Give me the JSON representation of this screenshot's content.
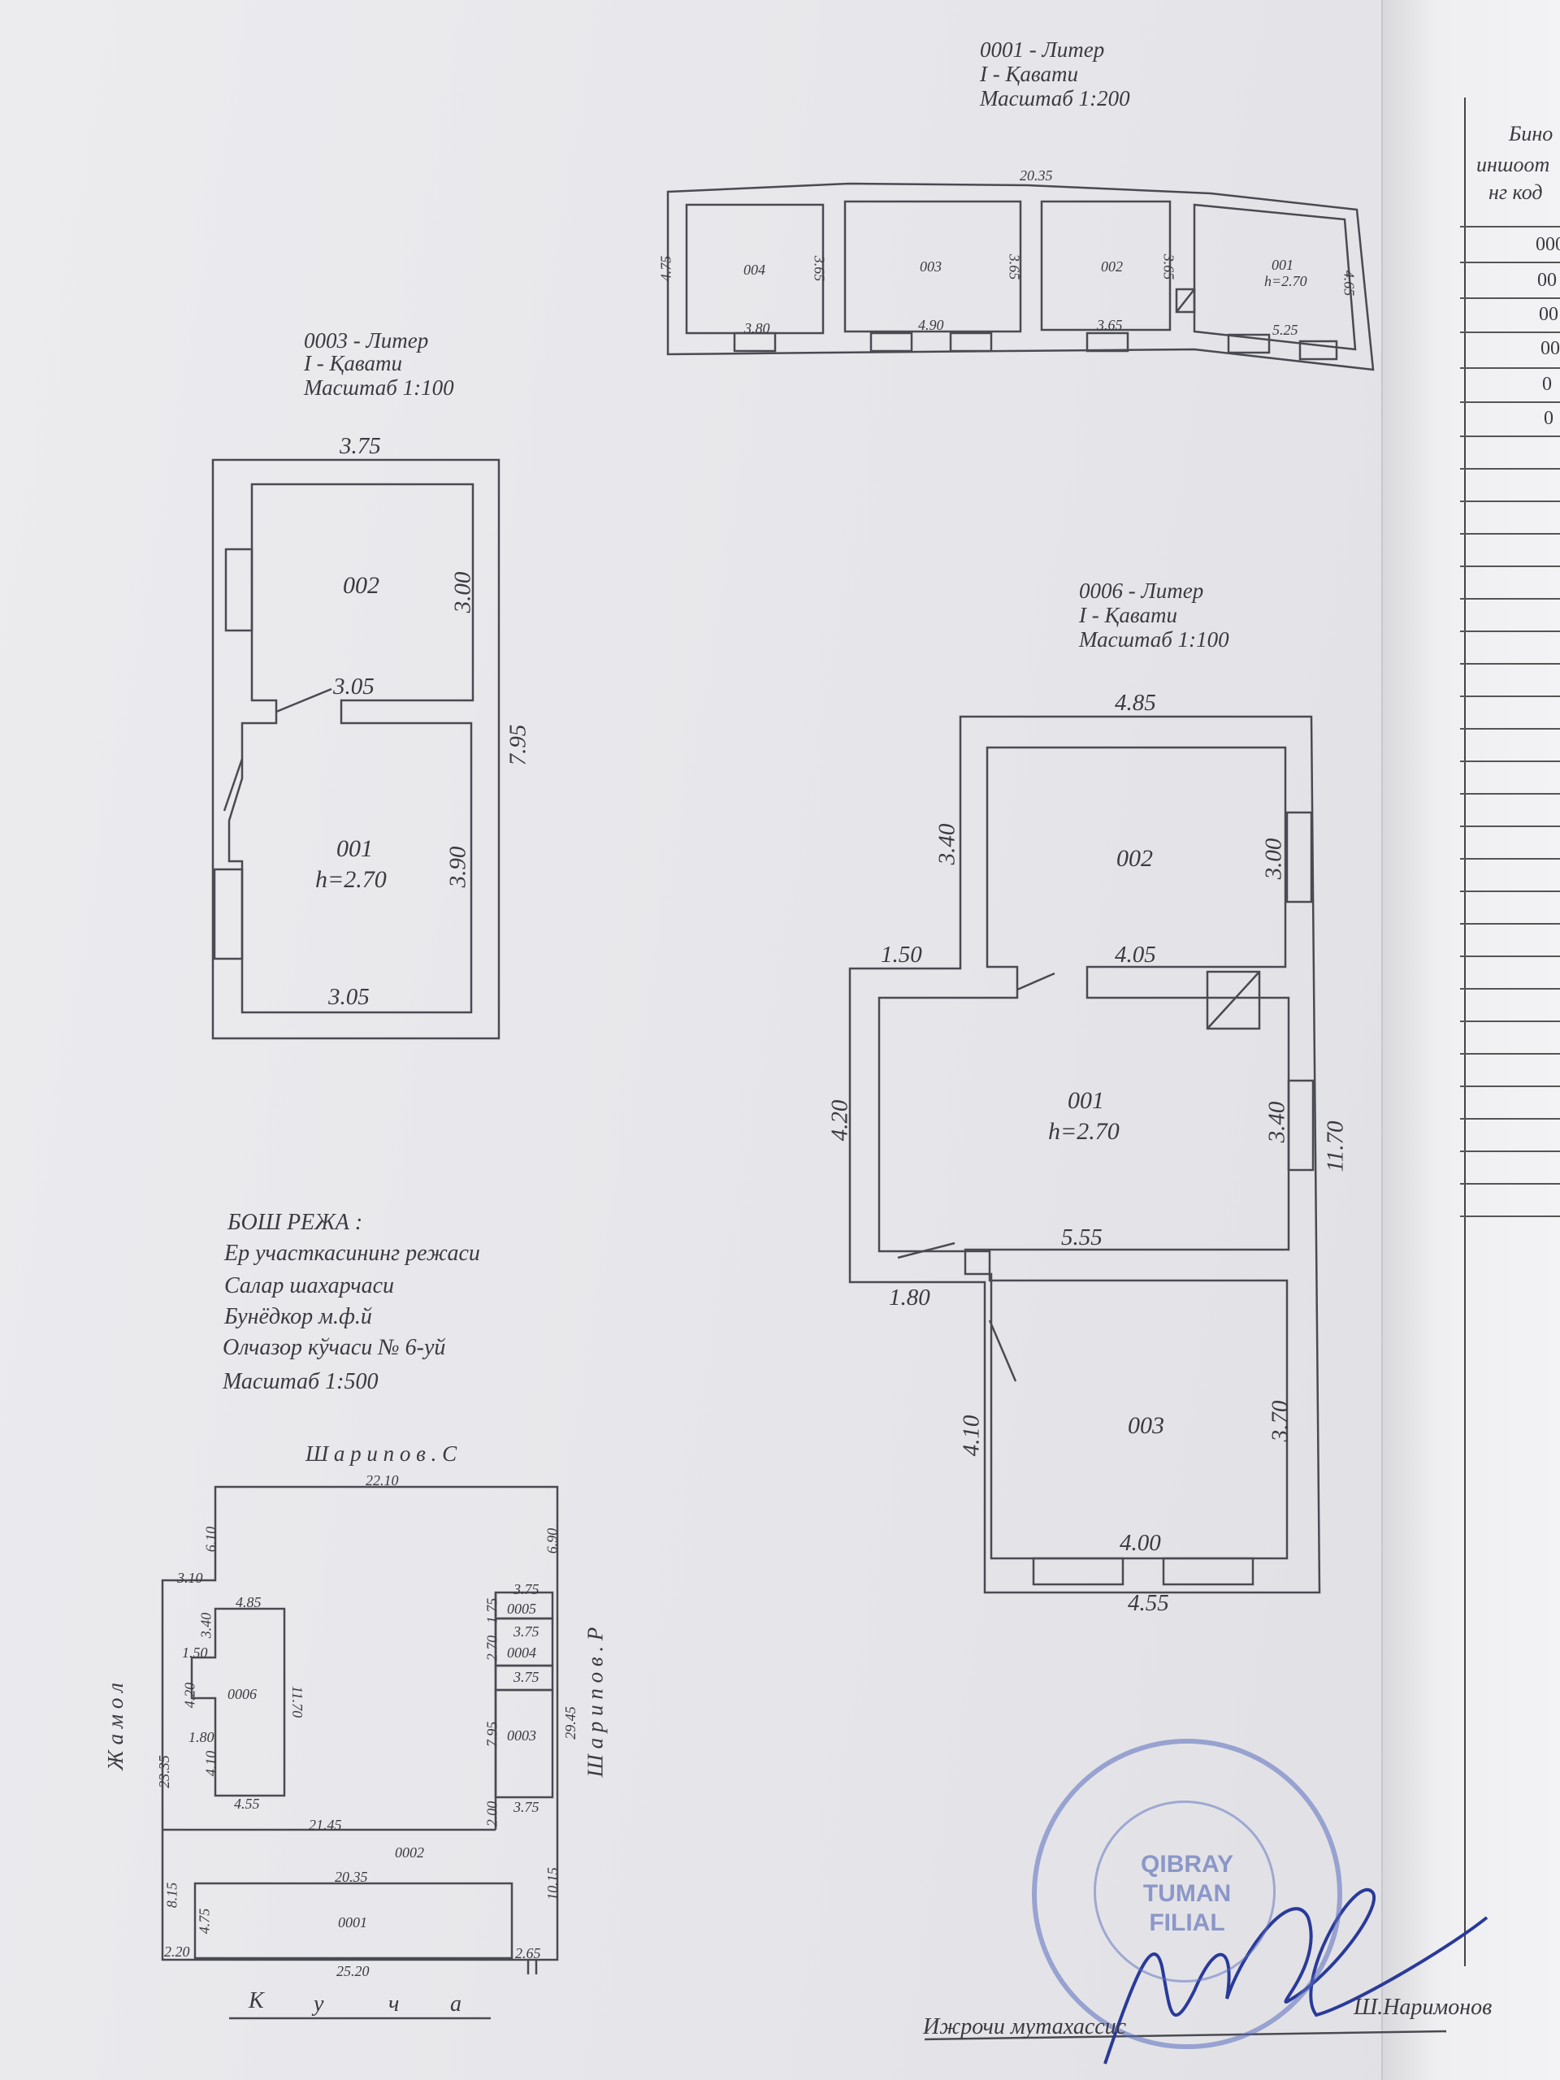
{
  "plans": {
    "p0001": {
      "title": "0001 - Литер",
      "floor": "I - Қавати",
      "scale": "Масштаб 1:200",
      "rooms": [
        "004",
        "003",
        "002",
        "001"
      ],
      "height": "h=2.70",
      "dims": {
        "top": "20.35",
        "left": "4.75",
        "r004": "3.80",
        "r004h": "3.65",
        "r003": "4.90",
        "r003h": "3.65",
        "r002": "3.65",
        "r002h": "3.65",
        "r001": "5.25",
        "r001h": "4.65"
      }
    },
    "p0003": {
      "title": "0003 - Литер",
      "floor": "I - Қавати",
      "scale": "Масштаб 1:100",
      "rooms": [
        "002",
        "001"
      ],
      "height": "h=2.70",
      "dims": {
        "top": "3.75",
        "r002h": "3.00",
        "mid": "3.05",
        "right": "7.95",
        "r001h": "3.90",
        "bottom": "3.05"
      }
    },
    "p0006": {
      "title": "0006 - Литер",
      "floor": "I - Қавати",
      "scale": "Масштаб 1:100",
      "rooms": [
        "002",
        "001",
        "003"
      ],
      "height": "h=2.70",
      "dims": {
        "top": "4.85",
        "left_upper": "3.40",
        "r002h": "3.00",
        "step": "1.50",
        "mid1": "4.05",
        "left_mid": "4.20",
        "r001h": "3.40",
        "right": "11.70",
        "mid2": "5.55",
        "step2": "1.80",
        "left_lower": "4.10",
        "r003h": "3.70",
        "r003w": "4.00",
        "bottom": "4.55"
      }
    }
  },
  "general_plan": {
    "title": "БОШ РЕЖА :",
    "lines": [
      "Ер участкасининг режаси",
      "Салар шахарчаси",
      "Бунёдкор м.ф.й",
      "Олчазор кўчаси № 6-уй",
      "Масштаб  1:500"
    ],
    "streets": {
      "top": "Ш а р и п о в . С",
      "left": "Ж а м о л",
      "right": "Ш а р и п о в . Р",
      "bottom": [
        "К",
        "у",
        "ч",
        "а"
      ]
    },
    "lots": [
      "0006",
      "0005",
      "0004",
      "0003",
      "0002",
      "0001"
    ],
    "dims": {
      "top": "22.10",
      "tl1": "6.10",
      "tl2": "3.10",
      "tr": "6.90",
      "a": "4.85",
      "b": "3.40",
      "c": "1.50",
      "d": "4.20",
      "e": "1.80",
      "f": "4.10",
      "g": "4.55",
      "h": "11.70",
      "i": "3.75",
      "j": "1.75",
      "k": "3.75",
      "l": "2.70",
      "m": "3.75",
      "n": "7.95",
      "o": "29.45",
      "p": "2.00",
      "q": "3.75",
      "r": "23.35",
      "s": "21.45",
      "t": "20.35",
      "u": "8.15",
      "v": "10.15",
      "w": "4.75",
      "x": "2.20",
      "y": "25.20",
      "z": "2.65"
    }
  },
  "right_sheet": {
    "header": [
      "Бино",
      "иншоот",
      "нг код"
    ],
    "cells": [
      "000",
      "00",
      "00",
      "00",
      "0",
      "0"
    ]
  },
  "footer": {
    "label": "Ижрочи мутахассис",
    "name": "Ш.Наримонов"
  },
  "stamp": {
    "lines": [
      "QIBRAY",
      "TUMAN",
      "FILIAL"
    ]
  },
  "colors": {
    "ink": "#3a3a40",
    "stamp": "#5a6ebe"
  }
}
